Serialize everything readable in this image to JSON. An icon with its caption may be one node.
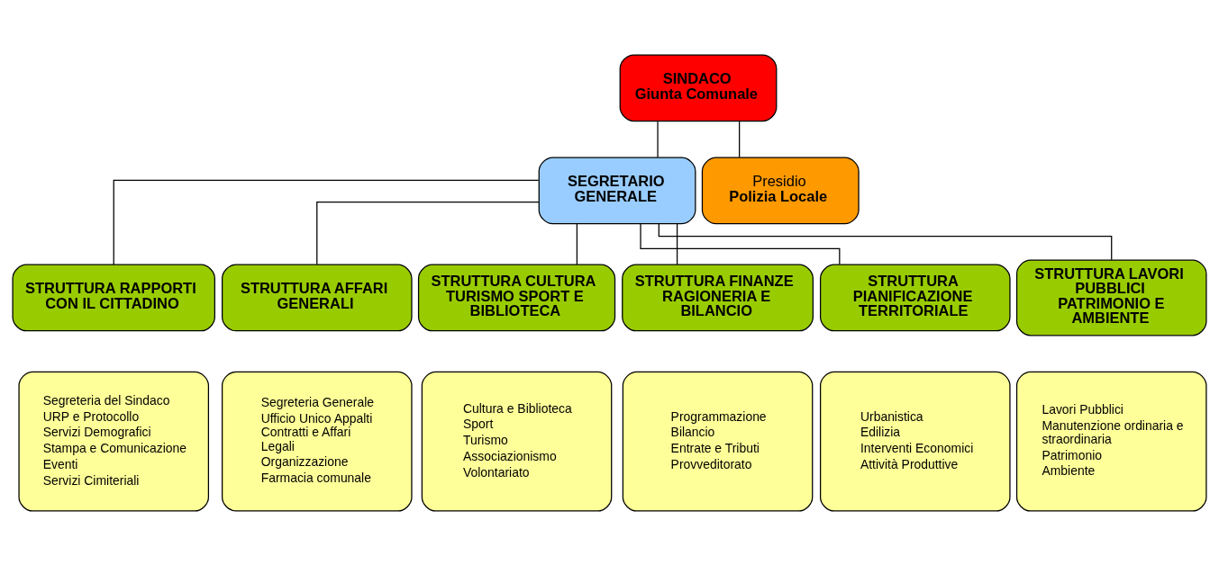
{
  "diagram": {
    "nodes": [
      {
        "text": [
          "SINDACO",
          "Giunta Comunale"
        ]
      },
      {
        "text": [
          "SEGRETARIO GENERALE"
        ]
      },
      {
        "text": [
          "Presidio",
          "Polizia Locale"
        ]
      },
      {
        "text": [
          "STRUTTURA RAPPORTI CON IL CITTADINO"
        ]
      },
      {
        "text": [
          "STRUTTURA AFFARI GENERALI"
        ]
      },
      {
        "text": [
          "STRUTTURA CULTURA TURISMO SPORT E BIBLIOTECA"
        ]
      },
      {
        "text": [
          "STRUTTURA FINANZE RAGIONERIA E BILANCIO"
        ]
      },
      {
        "text": [
          "STRUTTURA PIANIFICAZIONE TERRITORIALE"
        ]
      },
      {
        "text": [
          "STRUTTURA LAVORI PUBBLICI PATRIMONIO E AMBIENTE"
        ]
      },
      {
        "text": [
          "Segreteria del Sindaco",
          "URP e Protocollo",
          "Servizi Demografici",
          "Stampa e Comunicazione",
          "Eventi",
          "Servizi Cimiteriali"
        ]
      },
      {
        "text": [
          "Segreteria Generale",
          "Ufficio Unico Appalti Contratti e Affari Legali",
          "Organizzazione",
          "Farmacia comunale"
        ]
      },
      {
        "text": [
          "Cultura e Biblioteca",
          "Sport",
          "Turismo",
          "Associazionismo",
          "Volontariato"
        ]
      },
      {
        "text": [
          "Programmazione",
          "Bilancio",
          "Entrate e Tributi",
          "Provveditorato"
        ]
      },
      {
        "text": [
          "Urbanistica",
          "Edilizia",
          "Interventi Economici",
          "Attività Produttive"
        ]
      },
      {
        "text": [
          "Lavori Pubblici",
          "Manutenzione ordinaria e straordinaria",
          "Patrimonio",
          "Ambiente"
        ]
      }
    ],
    "edges": [
      {
        "from": 0,
        "to": 1,
        "arrow": "none"
      },
      {
        "from": 0,
        "to": 2,
        "arrow": "none"
      },
      {
        "from": 1,
        "to": 3,
        "arrow": "none"
      },
      {
        "from": 1,
        "to": 4,
        "arrow": "none"
      },
      {
        "from": 1,
        "to": 5,
        "arrow": "none"
      },
      {
        "from": 1,
        "to": 6,
        "arrow": "none"
      },
      {
        "from": 1,
        "to": 7,
        "arrow": "none"
      },
      {
        "from": 1,
        "to": 8,
        "arrow": "none"
      }
    ]
  }
}
